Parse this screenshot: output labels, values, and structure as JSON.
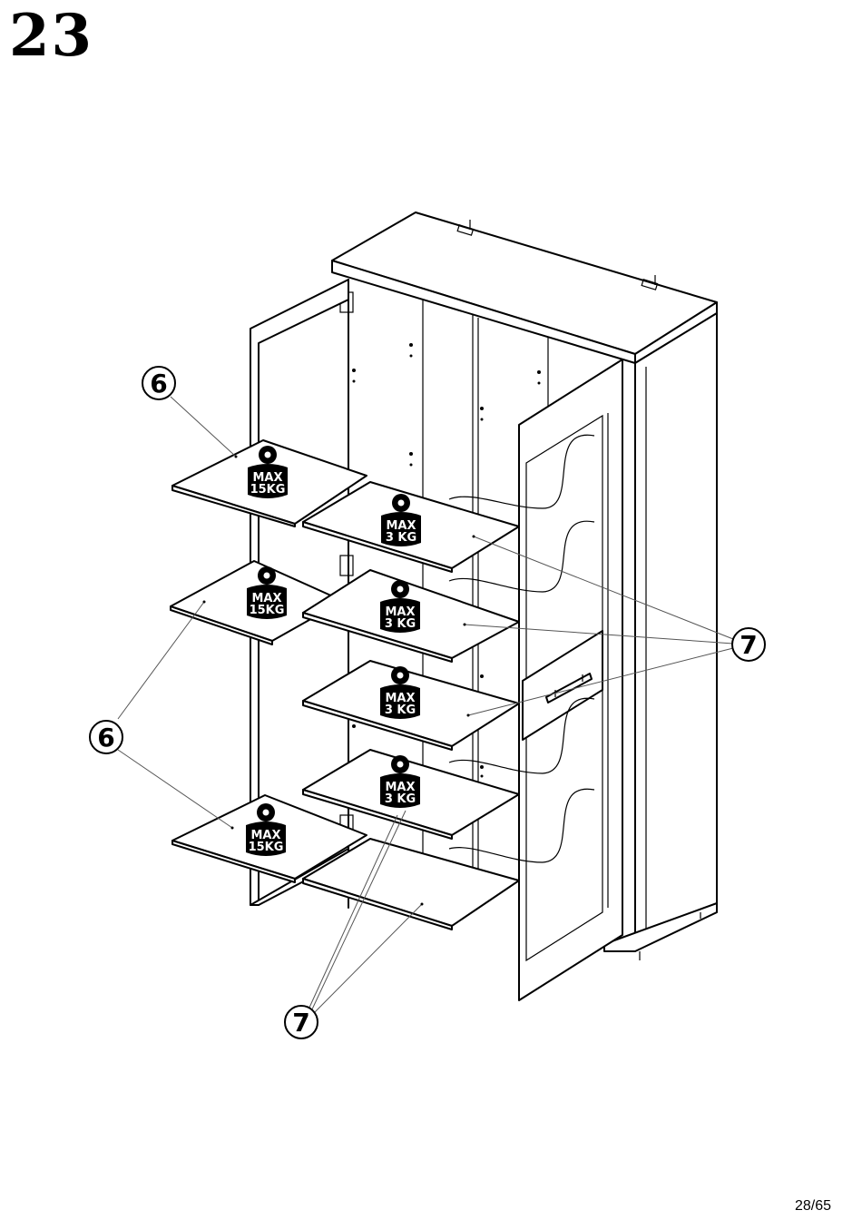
{
  "step": {
    "number": "23"
  },
  "page": {
    "number": "28/65"
  },
  "weights": {
    "large": [
      "MAX",
      "15KG"
    ],
    "small": [
      "MAX",
      "3 KG"
    ]
  },
  "callouts": {
    "glass_shelf_label": "6",
    "wood_shelf_label": "7"
  }
}
